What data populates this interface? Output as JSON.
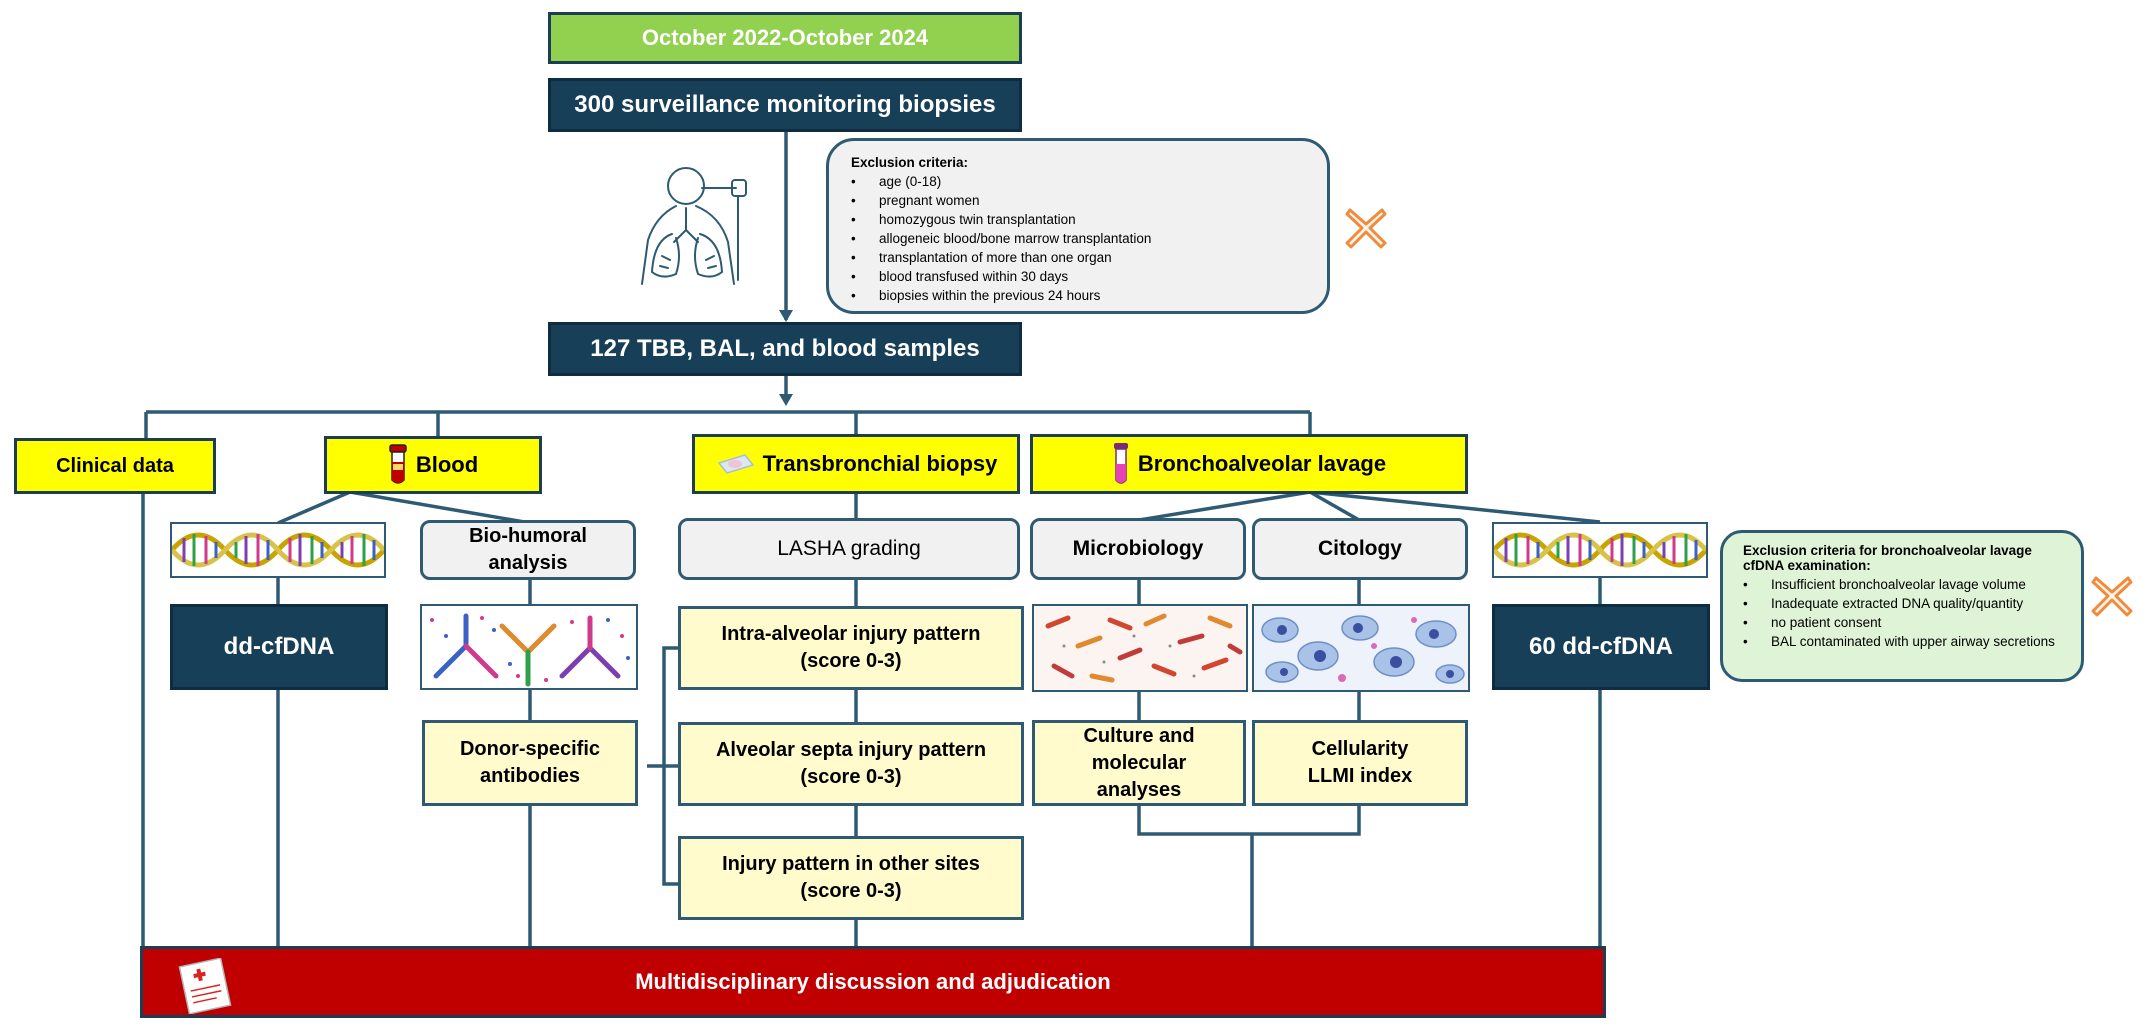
{
  "period": "October 2022-October 2024",
  "biopsies": "300 surveillance monitoring biopsies",
  "samples": "127 TBB, BAL, and blood samples",
  "exclusion_main": {
    "title": "Exclusion criteria:",
    "items": [
      "age (0-18)",
      "pregnant women",
      "homozygous twin transplantation",
      "allogeneic blood/bone marrow transplantation",
      "transplantation of more than one organ",
      "blood transfused within 30 days",
      "biopsies within the previous 24 hours"
    ]
  },
  "categories": {
    "clinical": "Clinical data",
    "blood": "Blood",
    "tbb": "Transbronchial biopsy",
    "bal": "Bronchoalveolar lavage"
  },
  "blood": {
    "ddcfdna": "dd-cfDNA",
    "biohumoral": "Bio-humoral\nanalysis",
    "dsa": "Donor-specific\nantibodies"
  },
  "tbb": {
    "lasha": "LASHA grading",
    "p1": "Intra-alveolar injury pattern\n(score 0-3)",
    "p2": "Alveolar septa injury pattern\n(score 0-3)",
    "p3": "Injury pattern in other sites\n(score 0-3)"
  },
  "bal": {
    "micro": "Microbiology",
    "cyto": "Citology",
    "culture": "Culture and\nmolecular\nanalyses",
    "cell": "Cellularity\nLLMI index",
    "ddcfdna": "60 dd-cfDNA"
  },
  "exclusion_bal": {
    "title": "Exclusion criteria for bronchoalveolar lavage cfDNA examination:",
    "items": [
      "Insufficient bronchoalveolar lavage volume",
      "Inadequate extracted DNA quality/quantity",
      "no patient consent",
      "BAL contaminated with upper airway secretions"
    ]
  },
  "discussion": "Multidisciplinary discussion and adjudication",
  "icons": {
    "lungs": "lungs-icon",
    "x": "exclusion-x-icon",
    "dna": "dna-helix-icon",
    "tube": "blood-tube-icon",
    "slide": "microscope-slide-icon",
    "bal_tube": "lavage-tube-icon",
    "antibodies": "antibodies-icon",
    "bacteria": "bacteria-icon",
    "cells": "cytology-cells-icon",
    "document": "medical-report-icon"
  },
  "colors": {
    "navy": "#173f57",
    "green": "#92d050",
    "yellow": "#ffff00",
    "pale_yellow": "#fffbcc",
    "red": "#c00000",
    "line": "#2e5a73",
    "x_orange": "#f08a3c"
  }
}
